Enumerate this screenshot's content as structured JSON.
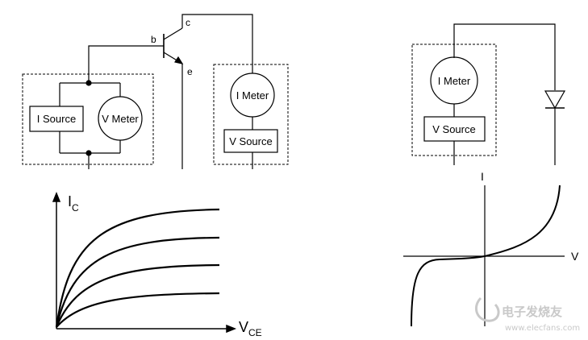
{
  "transistor_circuit": {
    "pins": {
      "base": "b",
      "collector": "c",
      "emitter": "e"
    },
    "current_source": "I Source",
    "voltage_meter": "V Meter",
    "current_meter": "I Meter",
    "voltage_source": "V Source"
  },
  "diode_circuit": {
    "current_meter": "I Meter",
    "voltage_source": "V Source"
  },
  "transistor_curves": {
    "y_axis": {
      "main": "I",
      "sub": "C"
    },
    "x_axis": {
      "main": "V",
      "sub": "CE"
    }
  },
  "diode_curve": {
    "y_axis": "I",
    "x_axis": "V"
  },
  "watermark": {
    "text": "电子发烧友",
    "url": "www.elecfans.com"
  },
  "colors": {
    "stroke": "#000000",
    "watermark": "#c9c9c9"
  }
}
